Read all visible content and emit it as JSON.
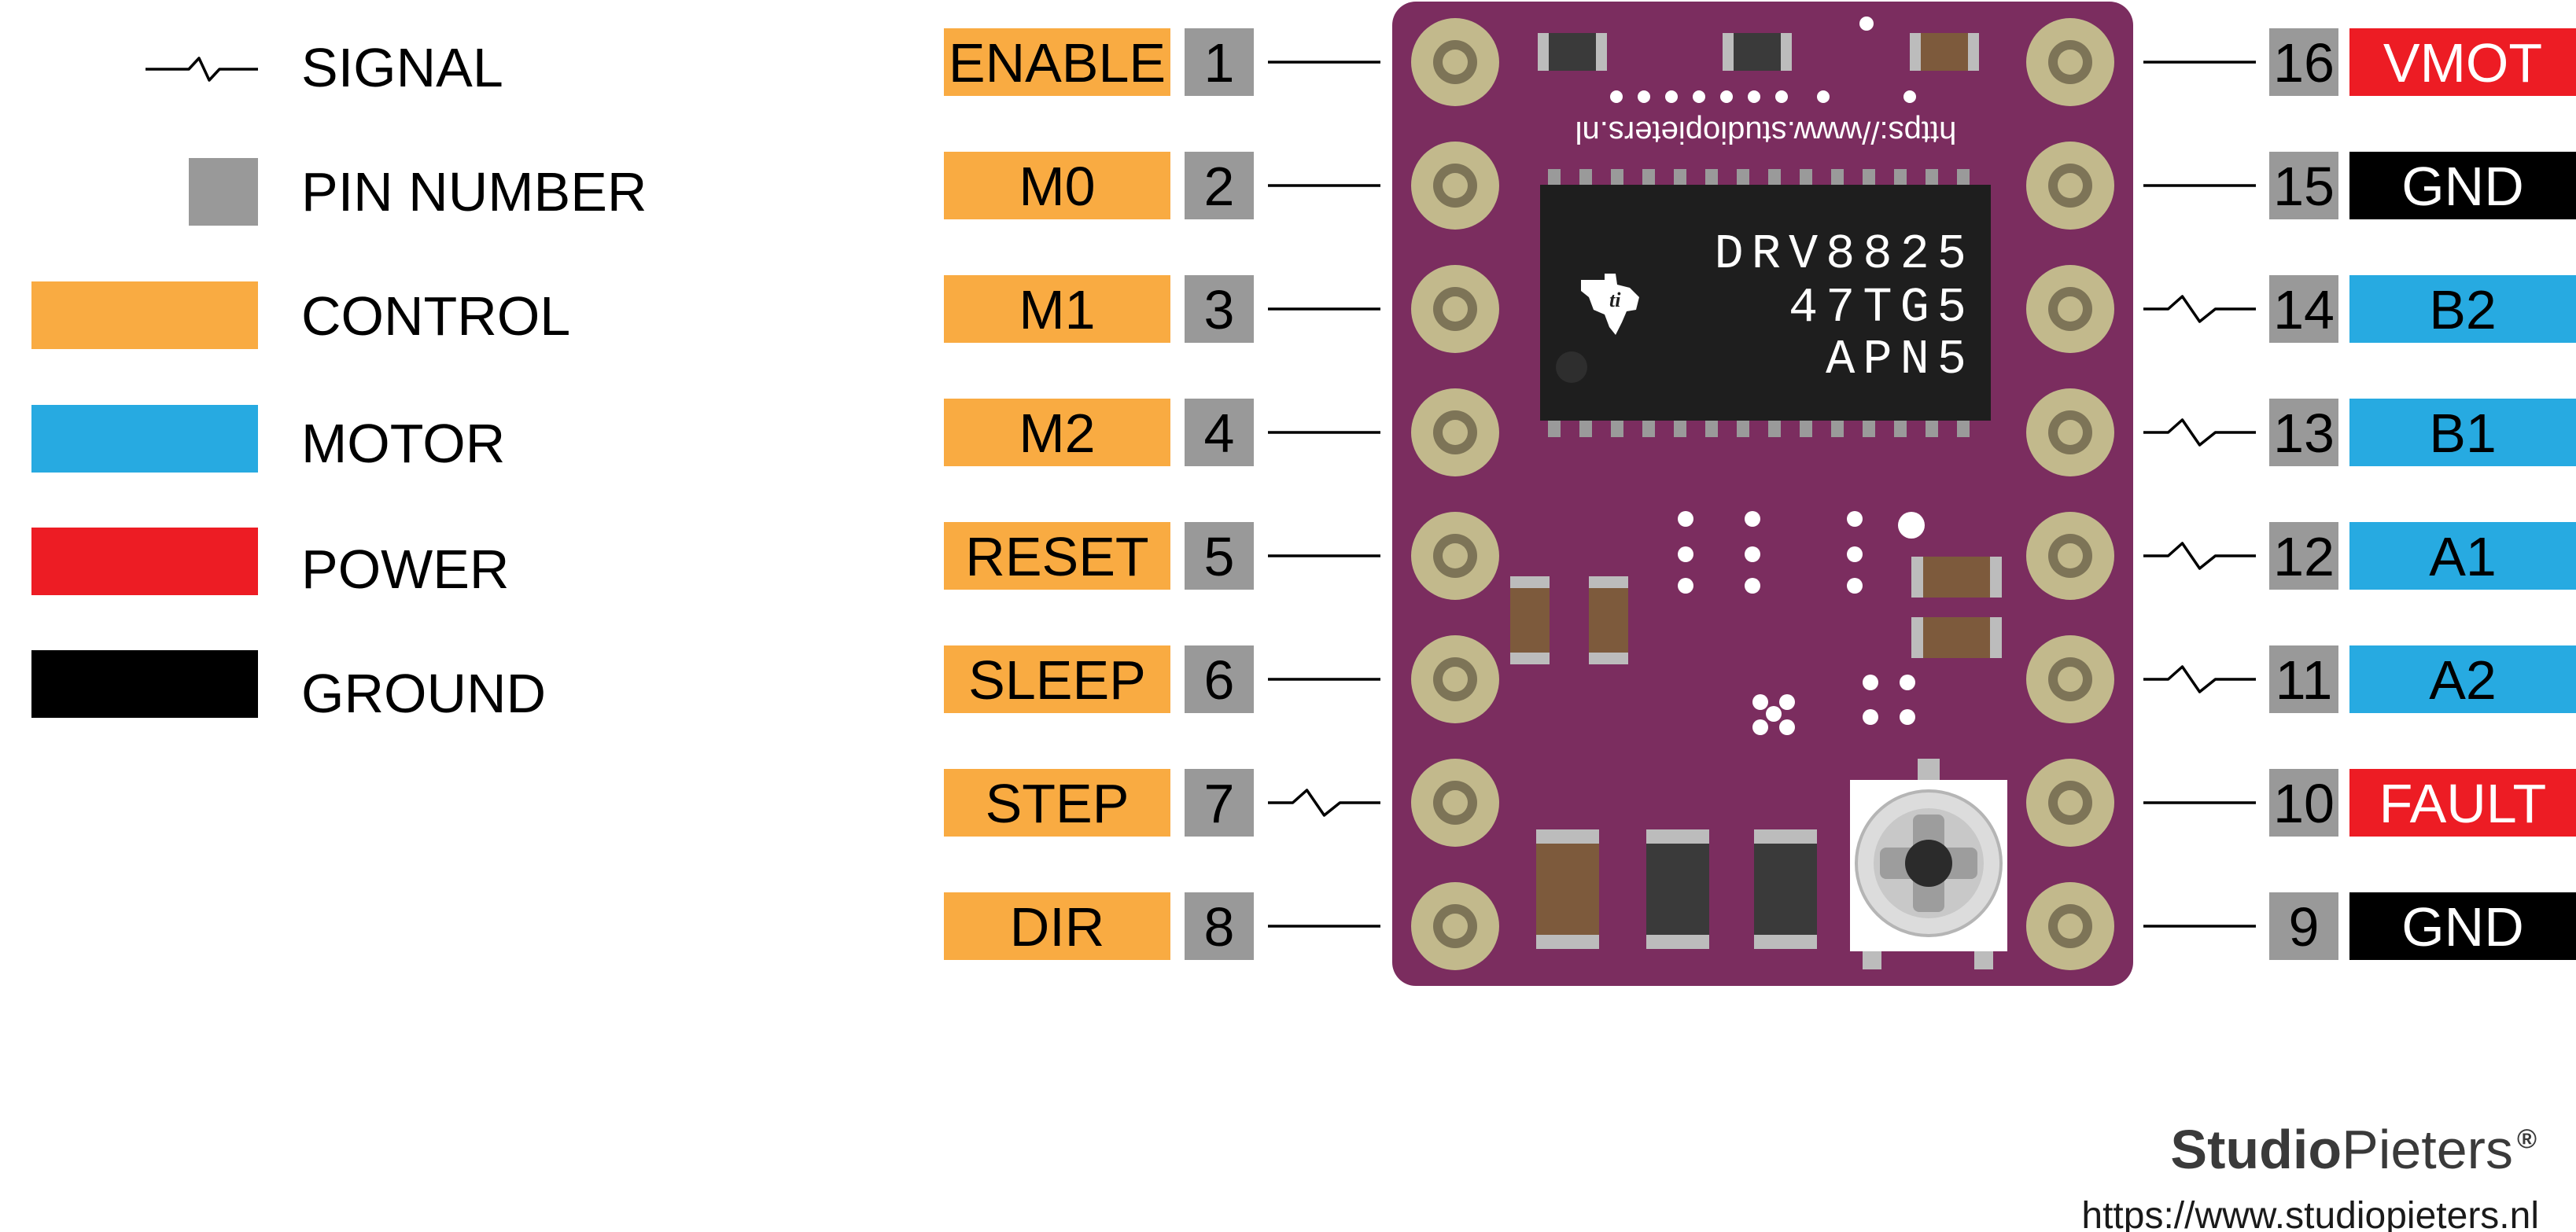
{
  "legend": {
    "signal": "SIGNAL",
    "pin_number": "PIN NUMBER",
    "control": "CONTROL",
    "motor": "MOTOR",
    "power": "POWER",
    "ground": "GROUND"
  },
  "colors": {
    "control": "#f9ab42",
    "pin_number": "#999999",
    "motor": "#27aae1",
    "power": "#ed1c24",
    "ground": "#000000",
    "board": "#7b2d5f",
    "pad": "#c2b98c",
    "chip": "#1e1e1e"
  },
  "pins_left": [
    {
      "number": "1",
      "name": "ENABLE",
      "type": "control",
      "signal": false
    },
    {
      "number": "2",
      "name": "M0",
      "type": "control",
      "signal": false
    },
    {
      "number": "3",
      "name": "M1",
      "type": "control",
      "signal": false
    },
    {
      "number": "4",
      "name": "M2",
      "type": "control",
      "signal": false
    },
    {
      "number": "5",
      "name": "RESET",
      "type": "control",
      "signal": false
    },
    {
      "number": "6",
      "name": "SLEEP",
      "type": "control",
      "signal": false
    },
    {
      "number": "7",
      "name": "STEP",
      "type": "control",
      "signal": true
    },
    {
      "number": "8",
      "name": "DIR",
      "type": "control",
      "signal": false
    }
  ],
  "pins_right": [
    {
      "number": "16",
      "name": "VMOT",
      "type": "power",
      "signal": false
    },
    {
      "number": "15",
      "name": "GND",
      "type": "ground",
      "signal": false
    },
    {
      "number": "14",
      "name": "B2",
      "type": "motor",
      "signal": true
    },
    {
      "number": "13",
      "name": "B1",
      "type": "motor",
      "signal": true
    },
    {
      "number": "12",
      "name": "A1",
      "type": "motor",
      "signal": true
    },
    {
      "number": "11",
      "name": "A2",
      "type": "motor",
      "signal": true
    },
    {
      "number": "10",
      "name": "FAULT",
      "type": "power",
      "signal": false
    },
    {
      "number": "9",
      "name": "GND",
      "type": "ground",
      "signal": false
    }
  ],
  "board": {
    "url": "https://www.studiopieters.nl",
    "chip_lines": [
      "DRV8825",
      "47TG5",
      "APN5"
    ],
    "logo_icon": "texas-instruments-logo"
  },
  "branding": {
    "studio": "Studio",
    "pieters": "Pieters",
    "registered": "®",
    "website": "https://www.studiopieters.nl"
  }
}
